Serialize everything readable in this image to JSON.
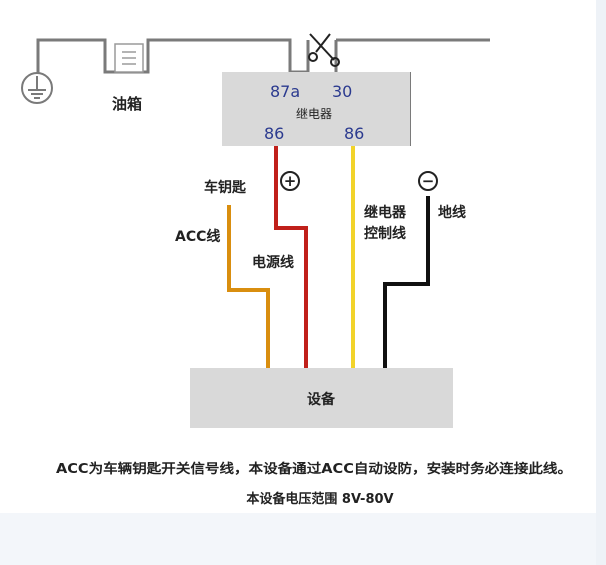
{
  "relay": {
    "title": "继电器",
    "pin_87a": "87a",
    "pin_30": "30",
    "pin_86_left": "86",
    "pin_86_right": "86"
  },
  "fuel_tank_label": "油箱",
  "device_label": "设备",
  "wires": {
    "car_key": "车钥匙",
    "acc_wire": "ACC线",
    "power_wire": "电源线",
    "relay_control_line1": "继电器",
    "relay_control_line2": "控制线",
    "ground_wire": "地线"
  },
  "symbols": {
    "plus": "+",
    "minus": "−"
  },
  "notes": {
    "acc_note": "ACC为车辆钥匙开关信号线，本设备通过ACC自动设防，安装时务必连接此线。",
    "voltage_note": "本设备电压范围 8V-80V"
  },
  "colors": {
    "line_gray": "#7a7a7a",
    "box_fill": "#d9d9d9",
    "pin_blue": "#2b3a8f",
    "acc_orange": "#d98e0f",
    "power_red": "#c0201a",
    "control_yellow": "#f2d32a",
    "ground_black": "#111111"
  }
}
